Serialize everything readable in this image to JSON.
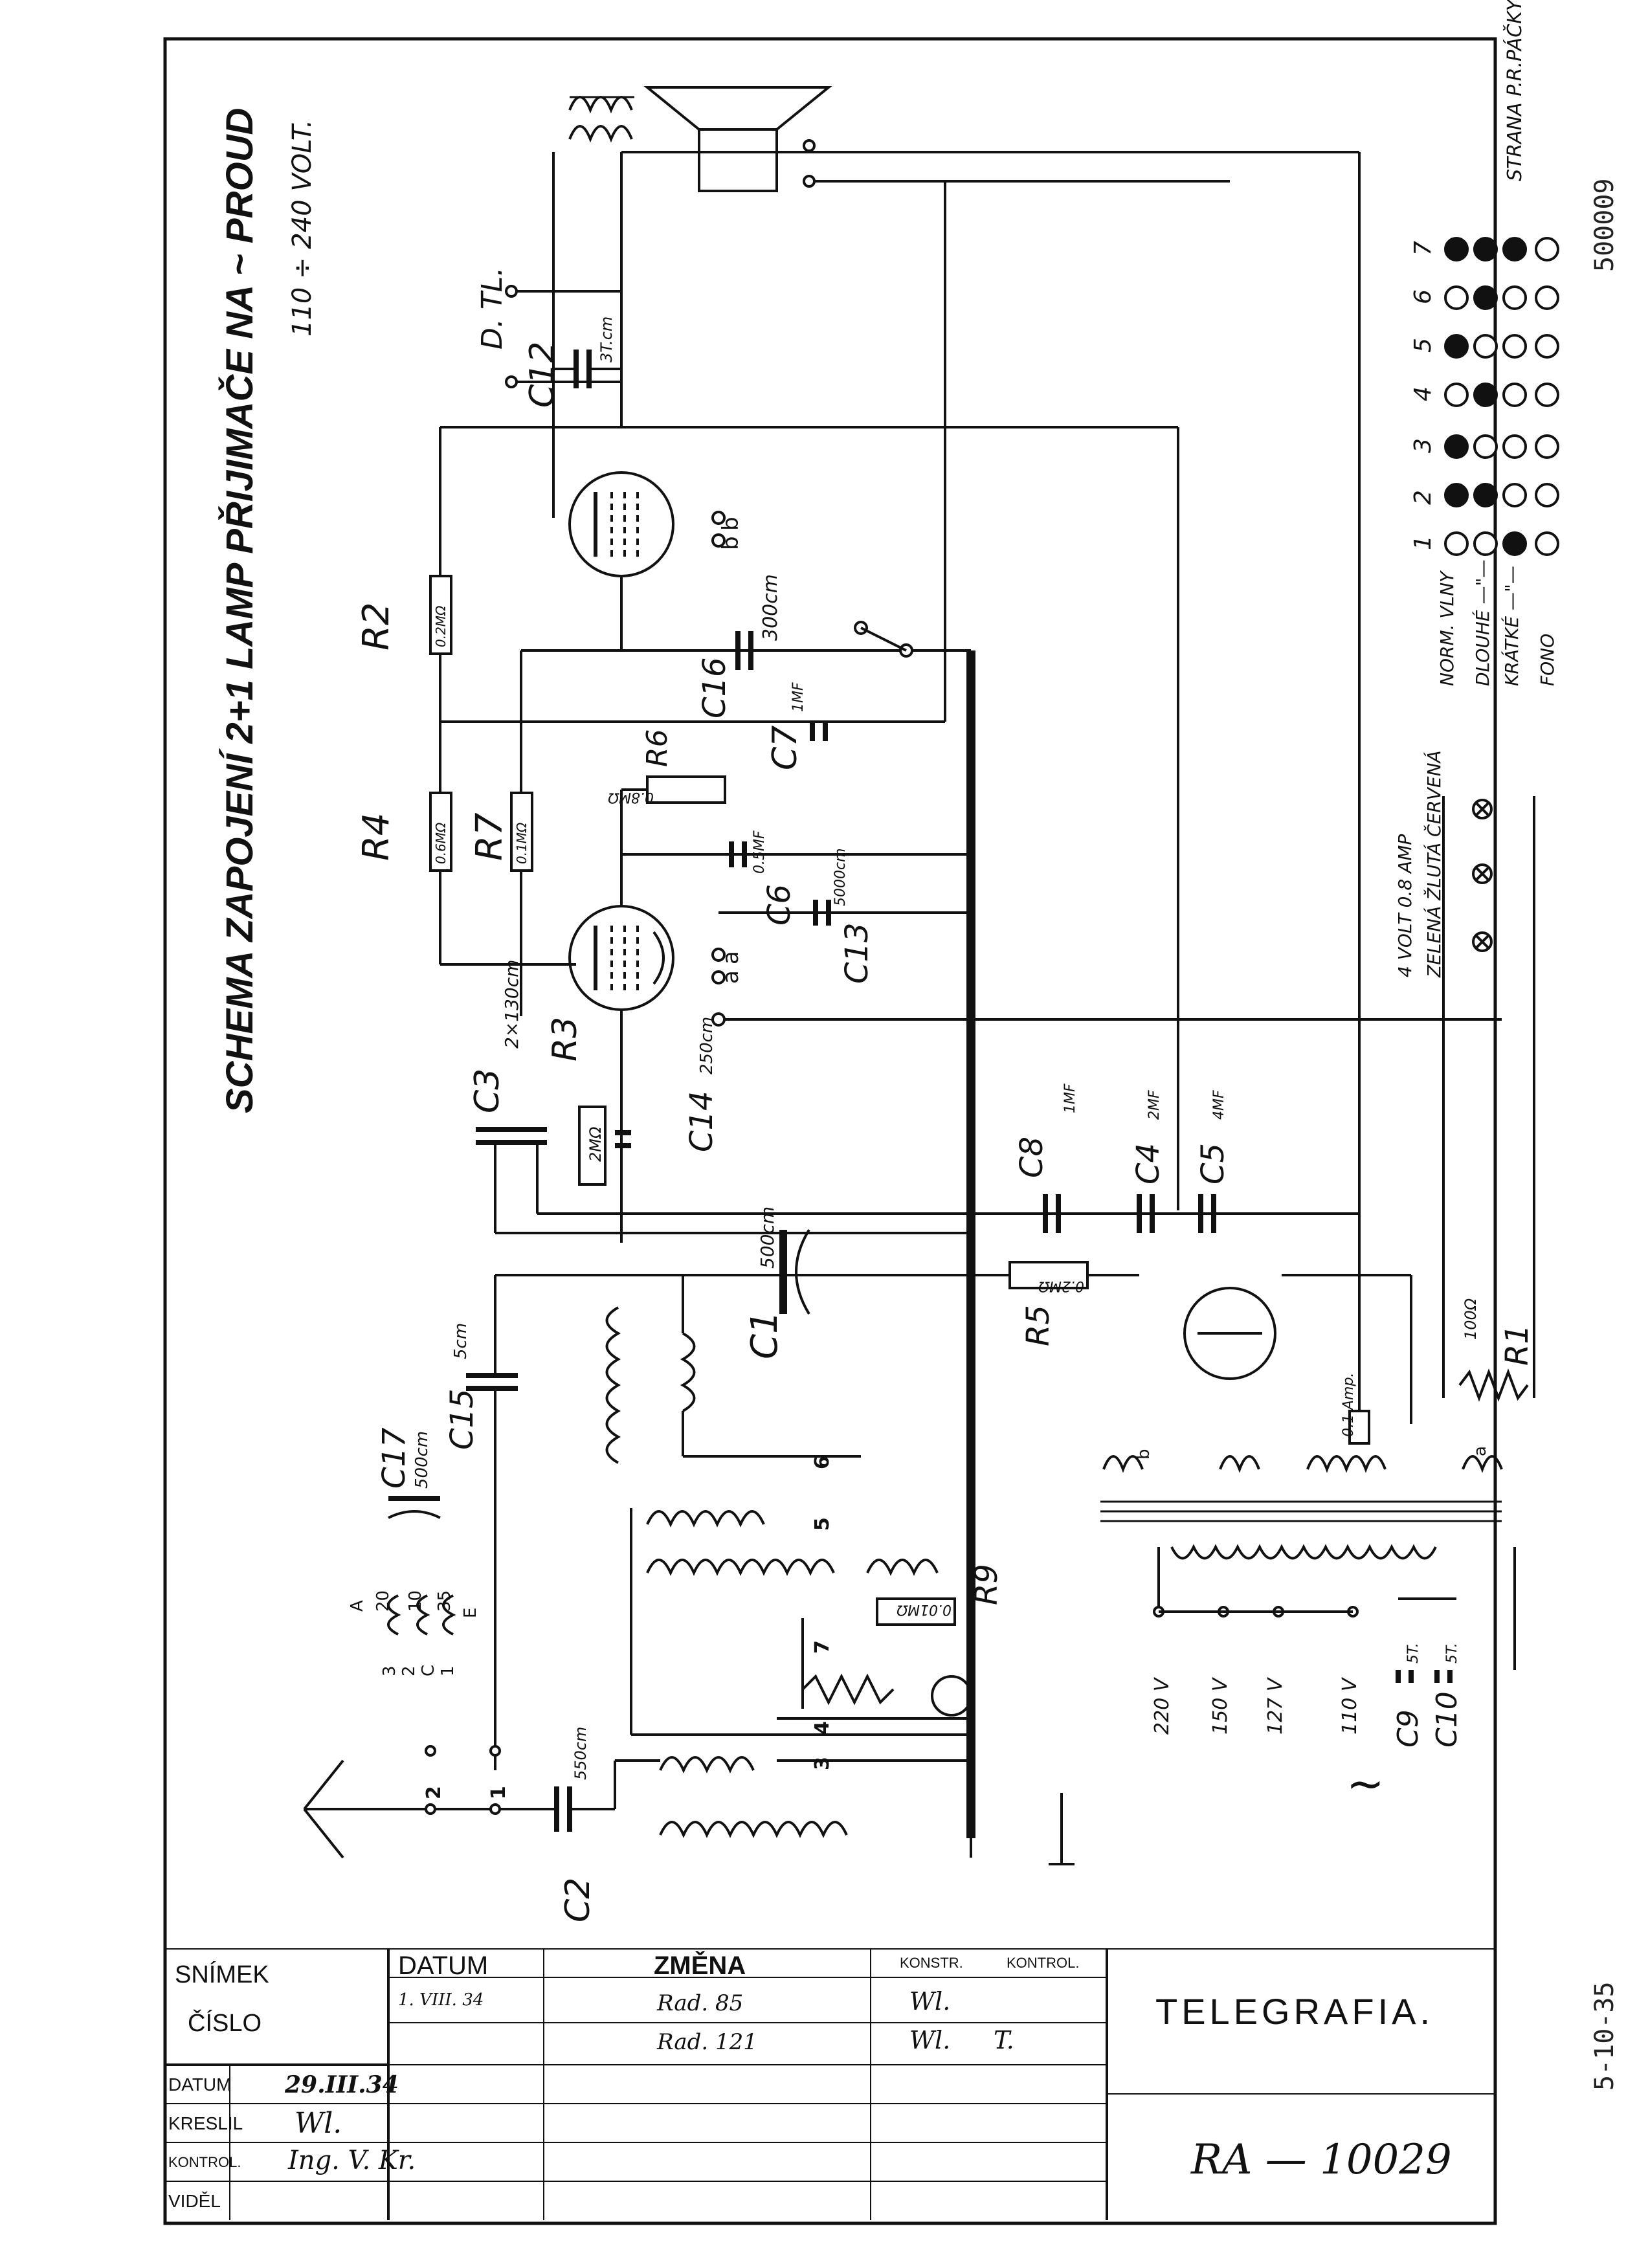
{
  "title": "SCHEMA ZAPOJENÍ 2+1 LAMP PŘIJIMAČE NA ~ PROUD",
  "voltage_range": "110 ÷ 240 VOLT.",
  "sheet_number": "500009",
  "date_stamp": "5-10-35",
  "components": {
    "C1": "C1",
    "C1_value": "500cm",
    "C2": "C2",
    "C2_value": "550cm",
    "C3": "C3",
    "C3_value": "2×130cm",
    "C4": "C4",
    "C4_value": "2MF",
    "C5": "C5",
    "C5_value": "4MF",
    "C6": "C6",
    "C6_value": "0.5MF",
    "C7": "C7",
    "C7_value": "1MF",
    "C8": "C8",
    "C8_value": "1MF",
    "C9": "C9",
    "C9_value": "5T.",
    "C10": "C10",
    "C10_value": "5T.",
    "C12": "C12",
    "C12_value": "3T.cm",
    "C13": "C13",
    "C13_value": "5000cm",
    "C14": "C14",
    "C14_value": "250cm",
    "C15": "C15",
    "C15_value": "5cm",
    "C16": "C16",
    "C16_value": "300cm",
    "C17": "C17",
    "C17_value": "500cm",
    "R1": "R1",
    "R1_value": "100Ω",
    "R2": "R2",
    "R2_value": "0.2MΩ",
    "R3": "R3",
    "R3_value": "2MΩ",
    "R4": "R4",
    "R4_value": "0.6MΩ",
    "R5": "R5",
    "R5_value": "0.2MΩ",
    "R6": "R6",
    "R6_value": "0.8MΩ",
    "R7": "R7",
    "R7_value": "0.1MΩ",
    "R9": "R9",
    "R9_value": "0.01MΩ",
    "tube1_pins": [
      "b",
      "b"
    ],
    "tube2_pins": [
      "a",
      "a"
    ],
    "speaker_label": "D. TL.",
    "pilot_fuse": "0.1 Amp.",
    "pilot_lamps": "4 VOLT 0.8 AMP",
    "lamp_colors": "ZELENÁ ŽLUTÁ ČERVENÁ",
    "mains_taps": [
      "220 V",
      "150 V",
      "127 V",
      "110 V"
    ],
    "ac_symbol": "~",
    "aerial_tap_labels": [
      "A",
      "20",
      "10",
      "35",
      "E"
    ],
    "aerial_switch": [
      "3",
      "2",
      "C",
      "1"
    ],
    "terminals": [
      "2",
      "1"
    ],
    "coil_taps": [
      "6",
      "5",
      "7",
      "4",
      "3"
    ],
    "heater_letters": [
      "b",
      "a"
    ]
  },
  "switch_table": {
    "columns": [
      "1",
      "2",
      "3",
      "4",
      "5",
      "6",
      "7"
    ],
    "header": "STRANA P.R.PÁČKY",
    "rows": [
      {
        "label": "NORM. VLNY",
        "dots": [
          0,
          1,
          1,
          0,
          1,
          0,
          1
        ]
      },
      {
        "label": "DLOUHÉ —\"—",
        "dots": [
          0,
          1,
          0,
          1,
          0,
          1,
          1
        ]
      },
      {
        "label": "KRÁTKÉ —\"—",
        "dots": [
          1,
          0,
          0,
          0,
          0,
          0,
          1
        ]
      },
      {
        "label": "FONO",
        "dots": [
          0,
          0,
          0,
          0,
          0,
          0,
          0
        ]
      }
    ]
  },
  "title_block": {
    "snimek": "SNÍMEK",
    "cislo": "ČÍSLO",
    "datum_label": "DATUM",
    "datum_value": "29.III.34",
    "kreslil_label": "KRESLIL",
    "kreslil_value": "Wl.",
    "kontrol_label": "KONTROL.",
    "kontrol_value": "Ing. V. Kr.",
    "videl_label": "VIDĚL",
    "col_datum": "DATUM",
    "col_zmena": "ZMĚNA",
    "col_konstr": "KONSTR.",
    "col_kontrol": "KONTROL.",
    "row1_datum": "1. VIII. 34",
    "row1_zmena": "Rad. 85",
    "row1_konstr": "Wl.",
    "row2_zmena": "Rad. 121",
    "row2_konstr": "Wl.",
    "row2_kontrol": "T.",
    "company": "TELEGRAFIA.",
    "drawing_number": "RA — 10029"
  }
}
